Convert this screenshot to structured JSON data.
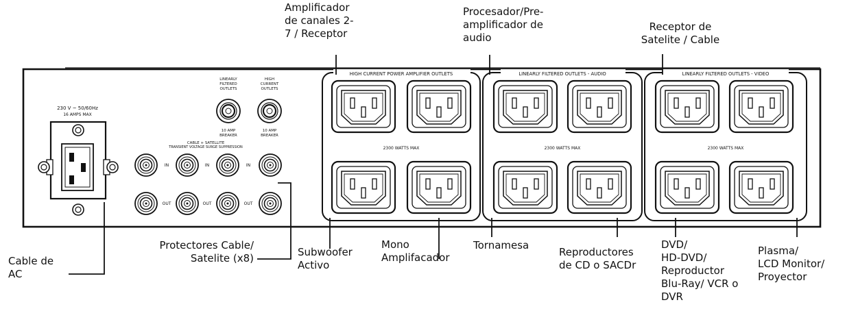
{
  "panel": {
    "section_labels": {
      "high_current": "HIGH CURRENT POWER AMPLIFIER OUTLETS",
      "audio": "LINEARLY FILTERED OUTLETS - AUDIO",
      "video": "LINEARLY FILTERED OUTLETS - VIDEO"
    },
    "watts_labels": {
      "high_current": "2300 WATTS MAX",
      "audio": "2300 WATTS MAX",
      "video": "2300 WATTS MAX"
    },
    "power_rating": [
      "230 V ~ 50/60Hz",
      "16 AMPS MAX"
    ],
    "breakers": {
      "linear": {
        "top": [
          "LINEARLY",
          "FILTERED",
          "OUTLETS"
        ],
        "bottom": [
          "10 AMP",
          "BREAKER"
        ]
      },
      "high": {
        "top": [
          "HIGH",
          "CURRENT",
          "OUTLETS"
        ],
        "bottom": [
          "10 AMP",
          "BREAKER"
        ]
      }
    },
    "coax_title": [
      "CABLE + SATELLITE",
      "TRANSIENT VOLTAGE SURGE SUPPRESSION"
    ],
    "coax_in_label": "IN",
    "coax_out_label": "OUT"
  },
  "callouts": {
    "amp_canales": [
      "Amplificador",
      "de canales 2-",
      "7 / Receptor"
    ],
    "procesador": [
      "Procesador/Pre-",
      "amplificador de",
      "audio"
    ],
    "receptor_sat": [
      "Receptor de",
      "Satelite / Cable"
    ],
    "cable_ac": [
      "Cable de",
      "AC"
    ],
    "protectores": [
      "Protectores Cable/",
      "Satelite (x8)"
    ],
    "subwoofer": [
      "Subwoofer",
      "Activo"
    ],
    "mono_amp": [
      "Mono",
      "Amplifacador"
    ],
    "tornamesa": [
      "Tornamesa"
    ],
    "reproductores_cd": [
      "Reproductores",
      "de CD o SACDr"
    ],
    "dvd": [
      "DVD/",
      "HD-DVD/",
      "Reproductor",
      "Blu-Ray/ VCR o",
      "DVR"
    ],
    "plasma": [
      "Plasma/",
      "LCD Monitor/",
      "Proyector"
    ]
  }
}
